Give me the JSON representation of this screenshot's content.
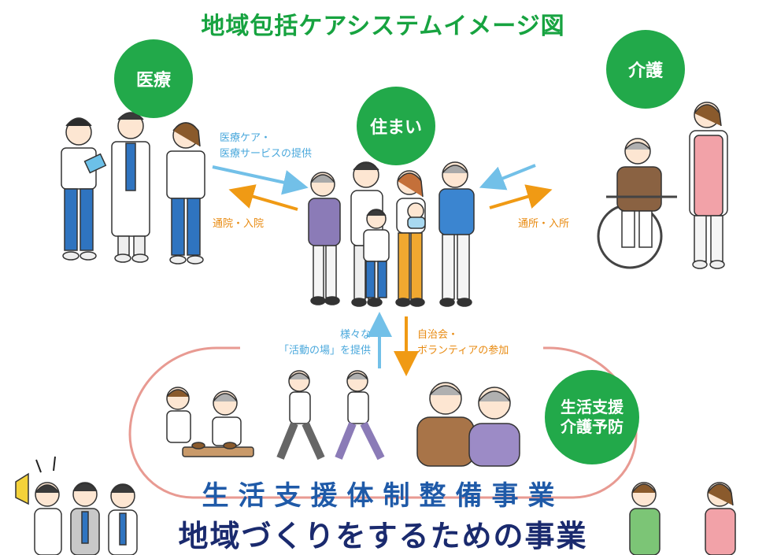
{
  "title": "地域包括ケアシステムイメージ図",
  "nodes": {
    "iryo": "医療",
    "kaigo": "介護",
    "sumai": "住まい",
    "seikatsu_line1": "生活支援",
    "seikatsu_line2": "介護予防"
  },
  "arrows": {
    "iryo_care_line1": "医療ケア・",
    "iryo_care_line2": "医療サービスの提供",
    "tsuin": "通院・入院",
    "tsusho": "通所・入所",
    "katsudo_line1": "様々な",
    "katsudo_line2": "「活動の場」を提供",
    "sanka_line1": "自治会・",
    "sanka_line2": "ボランティアの参加"
  },
  "banners": {
    "program": "生活支援体制整備事業",
    "community": "地域づくりをするための事業"
  },
  "colors": {
    "green": "#22a94a",
    "title_green": "#17a340",
    "blue_arrow": "#72c0e8",
    "orange_arrow": "#f09a14",
    "loop": "#e89a92",
    "program_text": "#1f5aa8",
    "community_text": "#1a2a6e"
  }
}
